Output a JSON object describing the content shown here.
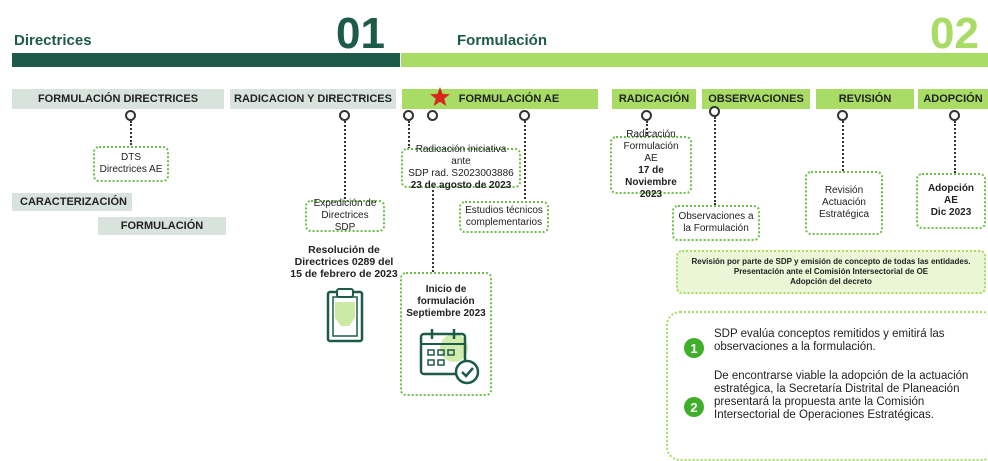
{
  "colors": {
    "dark_green": "#1d5a4a",
    "light_green": "#a8dc64",
    "accent_green": "#3fae2a",
    "grey_tag": "#d9e3de",
    "star_red": "#d6261e"
  },
  "phase1": {
    "label": "Directrices",
    "number": "01"
  },
  "phase2": {
    "label": "Formulación",
    "number": "02"
  },
  "stages": {
    "formulacion_directrices": "FORMULACIÓN DIRECTRICES",
    "radicacion_directrices": "RADICACION Y DIRECTRICES",
    "formulacion_ae": "FORMULACIÓN AE",
    "radicacion": "RADICACIÓN",
    "observaciones": "OBSERVACIONES",
    "revision": "REVISIÓN",
    "adopcion": "ADOPCIÓN"
  },
  "tags": {
    "caracterizacion": "CARACTERIZACIÓN",
    "formulacion": "FORMULACIÓN"
  },
  "boxes": {
    "dts": [
      "DTS",
      "Directrices AE"
    ],
    "expedicion": [
      "Expedición de",
      "Directrices SDP"
    ],
    "resolucion": [
      "Resolución de",
      "Directrices 0289 del",
      "15 de febrero de 2023"
    ],
    "radicacion_iniciativa": [
      "Radicación iniciativa ante",
      "SDP rad. S2023003886",
      "23 de agosto de 2023"
    ],
    "estudios": [
      "Estudios técnicos",
      "complementarios"
    ],
    "inicio": [
      "Inicio de",
      "formulación",
      "Septiembre 2023"
    ],
    "radicacion_formulacion": [
      "Radicación",
      "Formulación AE",
      "17 de",
      "Noviembre 2023"
    ],
    "observaciones_formulacion": [
      "Observaciones a",
      "la Formulación"
    ],
    "revision_actuacion": [
      "Revisión",
      "Actuación",
      "Estratégica"
    ],
    "adopcion_ae": [
      "Adopción",
      "AE",
      "Dic 2023"
    ]
  },
  "note": [
    "Revisión por parte de SDP y emisión de concepto de todas las entidades.",
    "Presentación ante el Comisión Intersectorial de OE",
    "Adopción del decreto"
  ],
  "info": [
    {
      "num": "1",
      "text": "SDP evalúa conceptos remitidos y emitirá las observaciones a la formulación."
    },
    {
      "num": "2",
      "text": "De encontrarse viable la adopción de la actuación estratégica, la Secretaría Distrital de Planeación presentará la propuesta ante la Comisión Intersectorial de Operaciones Estratégicas."
    }
  ],
  "icons": {
    "star": "star-icon",
    "clipboard": "clipboard-icon",
    "calendar": "calendar-check-icon"
  }
}
